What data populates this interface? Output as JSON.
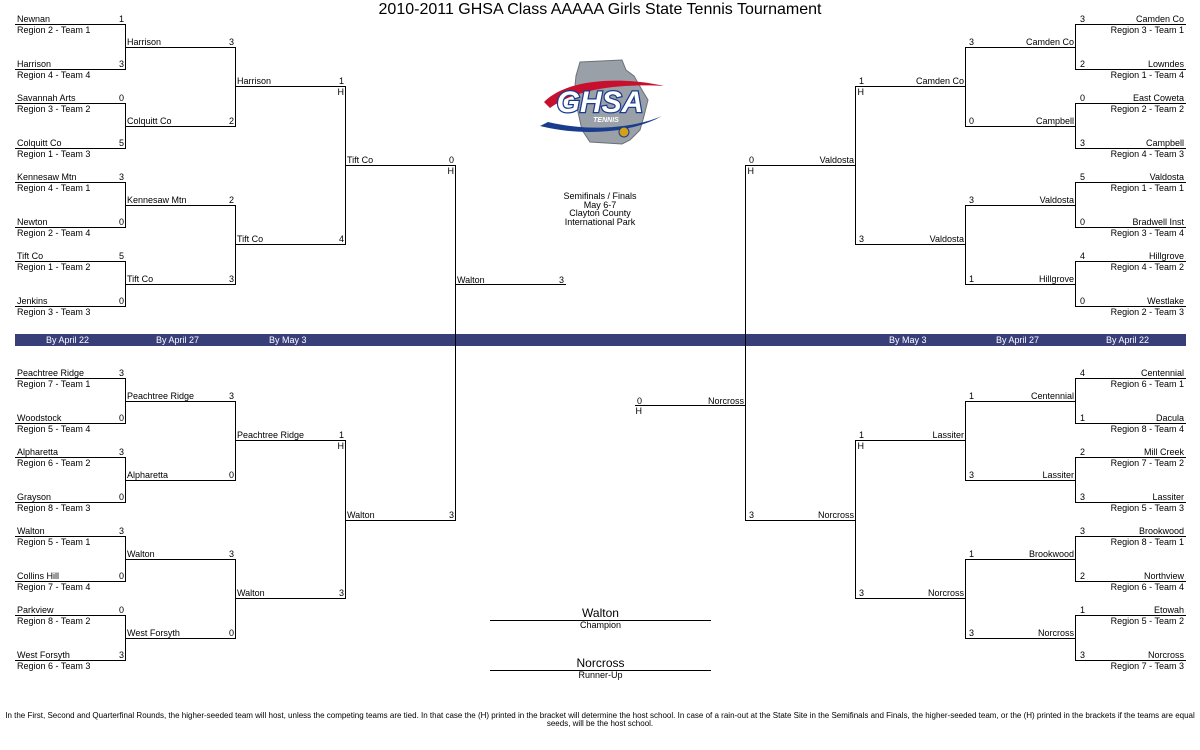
{
  "title": "2010-2011 GHSA Class AAAAA Girls State Tennis Tournament",
  "logo": {
    "main_text": "GHSA",
    "sub_text": "TENNIS",
    "colors": {
      "blue": "#1a3c8c",
      "red": "#c8102e",
      "gold": "#d4a017",
      "gray": "#9aa0a8"
    }
  },
  "info": [
    "Semifinals / Finals",
    "May 6-7",
    "Clayton County",
    "International Park"
  ],
  "rounds_left": [
    "By April 22",
    "By April 27",
    "By May 3"
  ],
  "rounds_right": [
    "By May 3",
    "By April 27",
    "By April 22"
  ],
  "host_mark": "H",
  "r1_left": [
    {
      "name": "Newnan",
      "seed": "Region 2 - Team 1",
      "score": "1"
    },
    {
      "name": "Harrison",
      "seed": "Region 4 - Team 4",
      "score": "3"
    },
    {
      "name": "Savannah Arts",
      "seed": "Region 3 - Team 2",
      "score": "0"
    },
    {
      "name": "Colquitt Co",
      "seed": "Region 1 - Team 3",
      "score": "5"
    },
    {
      "name": "Kennesaw Mtn",
      "seed": "Region 4 - Team 1",
      "score": "3"
    },
    {
      "name": "Newton",
      "seed": "Region 2 - Team 4",
      "score": "0"
    },
    {
      "name": "Tift Co",
      "seed": "Region 1 - Team 2",
      "score": "5"
    },
    {
      "name": "Jenkins",
      "seed": "Region 3 - Team 3",
      "score": "0"
    },
    {
      "name": "Peachtree Ridge",
      "seed": "Region 7 - Team 1",
      "score": "3"
    },
    {
      "name": "Woodstock",
      "seed": "Region 5 - Team 4",
      "score": "0"
    },
    {
      "name": "Alpharetta",
      "seed": "Region 6 - Team 2",
      "score": "3"
    },
    {
      "name": "Grayson",
      "seed": "Region 8 - Team 3",
      "score": "0"
    },
    {
      "name": "Walton",
      "seed": "Region 5 - Team 1",
      "score": "3"
    },
    {
      "name": "Collins Hill",
      "seed": "Region 7 - Team 4",
      "score": "0"
    },
    {
      "name": "Parkview",
      "seed": "Region 8 - Team 2",
      "score": "0"
    },
    {
      "name": "West Forsyth",
      "seed": "Region 6 - Team 3",
      "score": "3"
    }
  ],
  "r1_right": [
    {
      "name": "Camden Co",
      "seed": "Region 3 - Team 1",
      "score": "3"
    },
    {
      "name": "Lowndes",
      "seed": "Region 1 - Team 4",
      "score": "2"
    },
    {
      "name": "East Coweta",
      "seed": "Region 2 - Team 2",
      "score": "0"
    },
    {
      "name": "Campbell",
      "seed": "Region 4 - Team 3",
      "score": "3"
    },
    {
      "name": "Valdosta",
      "seed": "Region 1 - Team 1",
      "score": "5"
    },
    {
      "name": "Bradwell Inst",
      "seed": "Region 3 - Team 4",
      "score": "0"
    },
    {
      "name": "Hillgrove",
      "seed": "Region 4 - Team 2",
      "score": "4"
    },
    {
      "name": "Westlake",
      "seed": "Region 2 - Team 3",
      "score": "0"
    },
    {
      "name": "Centennial",
      "seed": "Region 6 - Team 1",
      "score": "4"
    },
    {
      "name": "Dacula",
      "seed": "Region 8 - Team 4",
      "score": "1"
    },
    {
      "name": "Mill Creek",
      "seed": "Region 7 - Team 2",
      "score": "2"
    },
    {
      "name": "Lassiter",
      "seed": "Region 5 - Team 3",
      "score": "3"
    },
    {
      "name": "Brookwood",
      "seed": "Region 8 - Team 1",
      "score": "3"
    },
    {
      "name": "Northview",
      "seed": "Region 6 - Team 4",
      "score": "2"
    },
    {
      "name": "Etowah",
      "seed": "Region 5 - Team 2",
      "score": "1"
    },
    {
      "name": "Norcross",
      "seed": "Region 7 - Team 3",
      "score": "3"
    }
  ],
  "r2_left": [
    {
      "name": "Harrison",
      "score": "3"
    },
    {
      "name": "Colquitt Co",
      "score": "2"
    },
    {
      "name": "Kennesaw Mtn",
      "score": "2"
    },
    {
      "name": "Tift Co",
      "score": "3"
    },
    {
      "name": "Peachtree Ridge",
      "score": "3"
    },
    {
      "name": "Alpharetta",
      "score": "0"
    },
    {
      "name": "Walton",
      "score": "3"
    },
    {
      "name": "West Forsyth",
      "score": "0"
    }
  ],
  "r2_right": [
    {
      "name": "Camden Co",
      "score": "3"
    },
    {
      "name": "Campbell",
      "score": "0"
    },
    {
      "name": "Valdosta",
      "score": "3"
    },
    {
      "name": "Hillgrove",
      "score": "1"
    },
    {
      "name": "Centennial",
      "score": "1"
    },
    {
      "name": "Lassiter",
      "score": "3"
    },
    {
      "name": "Brookwood",
      "score": "1"
    },
    {
      "name": "Norcross",
      "score": "3"
    }
  ],
  "r3_left": [
    {
      "name": "Harrison",
      "score": "1",
      "host": true
    },
    {
      "name": "Tift Co",
      "score": "4",
      "host": false
    },
    {
      "name": "Peachtree Ridge",
      "score": "1",
      "host": true
    },
    {
      "name": "Walton",
      "score": "3",
      "host": false
    }
  ],
  "r3_right": [
    {
      "name": "Camden Co",
      "score": "1",
      "host": true
    },
    {
      "name": "Valdosta",
      "score": "3",
      "host": false
    },
    {
      "name": "Lassiter",
      "score": "1",
      "host": true
    },
    {
      "name": "Norcross",
      "score": "3",
      "host": false
    }
  ],
  "r4_left": [
    {
      "name": "Tift Co",
      "score": "0",
      "host": true
    },
    {
      "name": "Walton",
      "score": "3",
      "host": false
    }
  ],
  "r4_right": [
    {
      "name": "Valdosta",
      "score": "0",
      "host": true
    },
    {
      "name": "Norcross",
      "score": "3",
      "host": false
    }
  ],
  "final_left": {
    "name": "Walton",
    "score": "3"
  },
  "final_right": {
    "name": "Norcross",
    "score": "0",
    "host": true
  },
  "champion": {
    "name": "Walton",
    "label": "Champion"
  },
  "runner_up": {
    "name": "Norcross",
    "label": "Runner-Up"
  },
  "footer": "In the First, Second and Quarterfinal Rounds, the higher-seeded team will host, unless the competing teams are tied.  In that case the (H) printed in the bracket will determine the host school.  In case of a rain-out at the State Site in the Semifinals and Finals, the higher-seeded team, or the (H) printed in the brackets if the teams are equal seeds, will be the host school."
}
